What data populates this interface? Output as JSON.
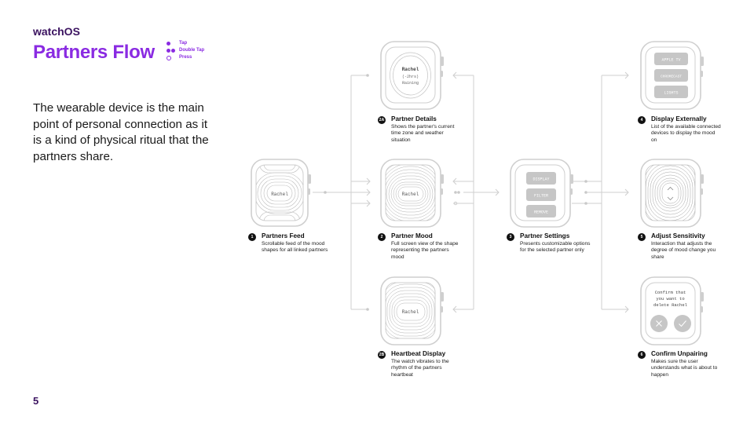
{
  "header": {
    "platform": "watchOS",
    "title": "Partners Flow"
  },
  "legend": [
    {
      "marker": "single-dot",
      "label": "Tap"
    },
    {
      "marker": "double-dot",
      "label": "Double Tap"
    },
    {
      "marker": "ring",
      "label": "Press"
    }
  ],
  "intro": "The wearable device is the main point of personal connection as it is a kind of physical ritual that the partners share.",
  "page_number": "5",
  "colors": {
    "accent": "#8a2be2",
    "dark_accent": "#3b1360",
    "outline": "#c9c9c9",
    "ink": "#111111"
  },
  "screens": {
    "partners_feed": {
      "name": "Rachel"
    },
    "partner_details": {
      "name": "Rachel",
      "offset": "(-2hrs)",
      "weather": "Raining"
    },
    "partner_mood": {
      "name": "Rachel"
    },
    "heartbeat": {
      "name": "Rachel"
    },
    "settings": {
      "buttons": [
        "DISPLAY",
        "FILTER",
        "REMOVE"
      ]
    },
    "display_externally": {
      "buttons": [
        "APPLE TV",
        "CHROMECAST",
        "LIGHTS"
      ]
    },
    "confirm_unpairing": {
      "line1": "Confirm that",
      "line2": "you want to",
      "line3": "delete Rachel"
    }
  },
  "captions": [
    {
      "num": "1",
      "title": "Partners Feed",
      "desc": "Scrollable feed of the mood shapes for all linked partners"
    },
    {
      "num": "2A",
      "title": "Partner Details",
      "desc": "Shows the partner's current time zone and weather situation"
    },
    {
      "num": "2",
      "title": "Partner Mood",
      "desc": "Full screen view of the shape representing the partners mood"
    },
    {
      "num": "2B",
      "title": "Heartbeat Display",
      "desc": "The watch vibrates to the rhythm of the partners heartbeat"
    },
    {
      "num": "3",
      "title": "Partner Settings",
      "desc": "Presents customizable options for the selected partner only"
    },
    {
      "num": "4",
      "title": "Display Externally",
      "desc": "List of the available connected devices to display the mood on"
    },
    {
      "num": "5",
      "title": "Adjust Sensitivity",
      "desc": "Interaction that adjusts the degree of mood change you share"
    },
    {
      "num": "6",
      "title": "Confirm Unpairing",
      "desc": "Makes sure the user understands what is about to happen"
    }
  ]
}
